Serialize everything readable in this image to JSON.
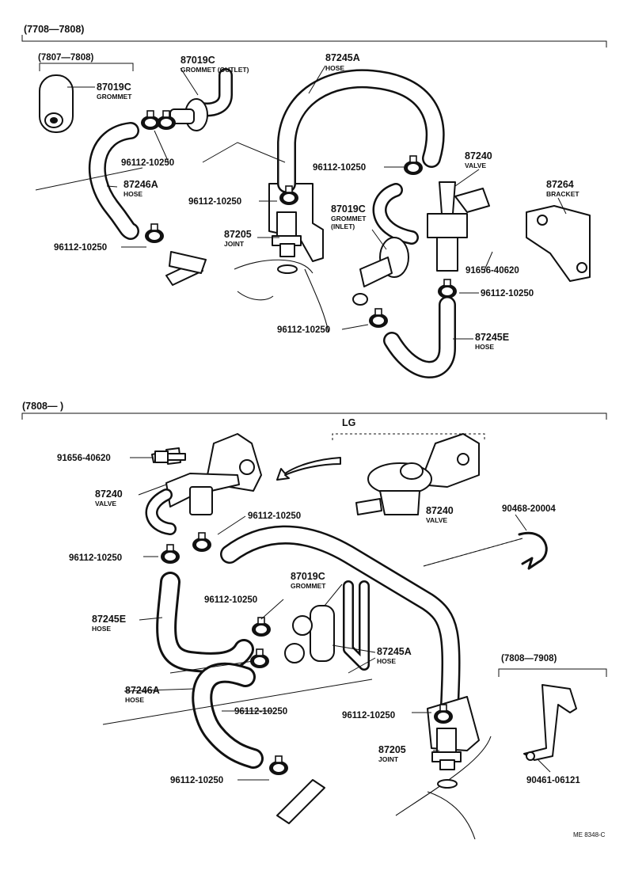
{
  "sections": {
    "top_range": "(7708—7808)",
    "bottom_range": "(7808—        )"
  },
  "top": {
    "sub_range": "(7807—7808)",
    "labels": {
      "p87019c_a": "87019C",
      "p87019c_a_name": "GROMMET",
      "p87019c_b": "87019C",
      "p87019c_b_name": "GROMMET (OUTLET)",
      "p87245a": "87245A",
      "p87245a_name": "HOSE",
      "clamp_1": "96112-10250",
      "p87246a": "87246A",
      "p87246a_name": "HOSE",
      "clamp_2": "96112-10250",
      "clamp_3": "96112-10250",
      "p87205": "87205",
      "p87205_name": "JOINT",
      "p87019c_c": "87019C",
      "p87019c_c_name": "GROMMET",
      "p87019c_c_sub": "(INLET)",
      "clamp_4": "96112-10250",
      "p87240": "87240",
      "p87240_name": "VALVE",
      "p87264": "87264",
      "p87264_name": "BRACKET",
      "bolt": "91656-40620",
      "clamp_5": "96112-10250",
      "clamp_6": "96112-10250",
      "p87245e": "87245E",
      "p87245e_name": "HOSE"
    }
  },
  "bottom": {
    "lg_label": "LG",
    "sub_range": "(7808—7908)",
    "labels": {
      "bolt": "91656-40620",
      "p87240_a": "87240",
      "p87240_a_name": "VALVE",
      "clamp_1": "96112-10250",
      "p87240_b": "87240",
      "p87240_b_name": "VALVE",
      "p90468": "90468-20004",
      "clamp_2": "96112-10250",
      "p87019c": "87019C",
      "p87019c_name": "GROMMET",
      "clamp_3": "96112-10250",
      "p87245e": "87245E",
      "p87245e_name": "HOSE",
      "p87245a": "87245A",
      "p87245a_name": "HOSE",
      "p87246a": "87246A",
      "p87246a_name": "HOSE",
      "clamp_4": "96112-10250",
      "clamp_5": "96112-10250",
      "p87205": "87205",
      "p87205_name": "JOINT",
      "clamp_6": "96112-10250",
      "p90461": "90461-06121"
    }
  },
  "footer": {
    "ref_code": "ME 8348-C"
  }
}
